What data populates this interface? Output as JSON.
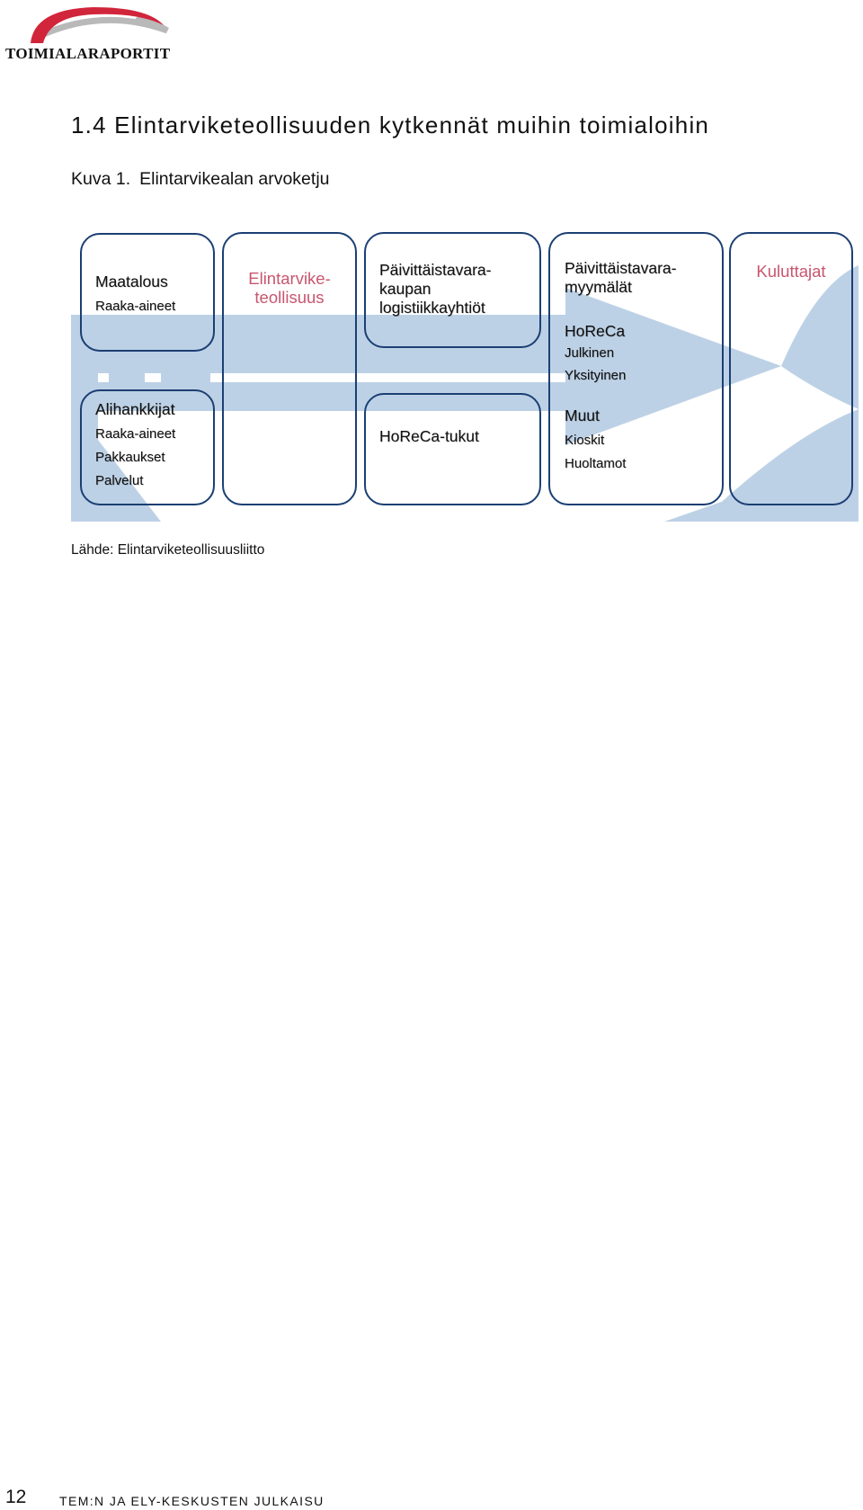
{
  "logo": {
    "text": "TOIMIALARAPORTIT",
    "arc_color": "#d1253b",
    "arc_shadow_color": "#b9b9b9"
  },
  "heading": "1.4 Elintarviketeollisuuden kytkennät muihin toimialoihin",
  "caption": {
    "number": "Kuva 1.",
    "title": "Elintarvikealan arvoketju"
  },
  "diagram": {
    "background_color": "#bdd1e6",
    "box_border_color": "#1b3f73",
    "accent_color": "#c8566e",
    "maatalous": {
      "title": "Maatalous",
      "items": [
        "Raaka-aineet"
      ]
    },
    "alihankkijat": {
      "title": "Alihankkijat",
      "items": [
        "Raaka-aineet",
        "Pakkaukset",
        "Palvelut"
      ]
    },
    "teollisuus": {
      "line1": "Elintarvike-",
      "line2": "teollisuus"
    },
    "logistiikka": {
      "line1": "Päivittäistavara-",
      "line2": "kaupan",
      "line3": "logistiikkayhtiöt"
    },
    "horeca_tukut": {
      "title": "HoReCa-tukut"
    },
    "myymalat": {
      "line1": "Päivittäistavara-",
      "line2": "myymälät"
    },
    "horeca": {
      "title": "HoReCa",
      "items": [
        "Julkinen",
        "Yksityinen"
      ]
    },
    "muut": {
      "title": "Muut",
      "items": [
        "Kioskit",
        "Huoltamot"
      ]
    },
    "kuluttajat": {
      "title": "Kuluttajat"
    }
  },
  "source": "Lähde: Elintarviketeollisuusliitto",
  "footer": {
    "page_number": "12",
    "text": "TEM:N JA ELY-KESKUSTEN JULKAISU"
  }
}
